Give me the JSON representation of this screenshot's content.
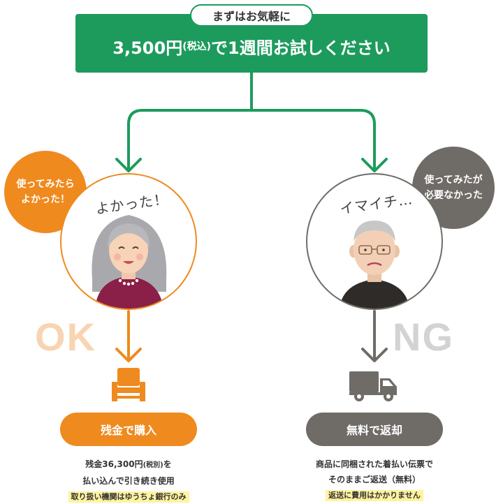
{
  "header": {
    "pill_label": "まずはお気軽に",
    "banner_main": "3,500円",
    "banner_tax": "(税込)",
    "banner_rest": "で1週間お試しください"
  },
  "left": {
    "bubble_line1": "使ってみたら",
    "bubble_line2": "よかった！",
    "circle_caption": "よかった！",
    "status": "OK",
    "icon": "chair-icon",
    "result_label": "残金で購入",
    "desc_line1_a": "残金36,300円",
    "desc_line1_tax": "(税別)",
    "desc_line1_b": "を",
    "desc_line2": "払い込んで引き続き使用",
    "note": "取り扱い機関はゆうちょ銀行のみ",
    "color": "#ef8a1f"
  },
  "right": {
    "bubble_line1": "使ってみたが",
    "bubble_line2": "必要なかった",
    "circle_caption": "イマイチ…",
    "status": "NG",
    "icon": "truck-icon",
    "result_label": "無料で返却",
    "desc_line1": "商品に同梱された着払い伝票で",
    "desc_line2": "そのままご返送（無料）",
    "note": "返送に費用はかかりません",
    "color": "#6f6c67"
  },
  "colors": {
    "green": "#1d9b5d",
    "orange": "#ef8a1f",
    "gray": "#6f6c67",
    "highlight": "#fff3a0"
  }
}
